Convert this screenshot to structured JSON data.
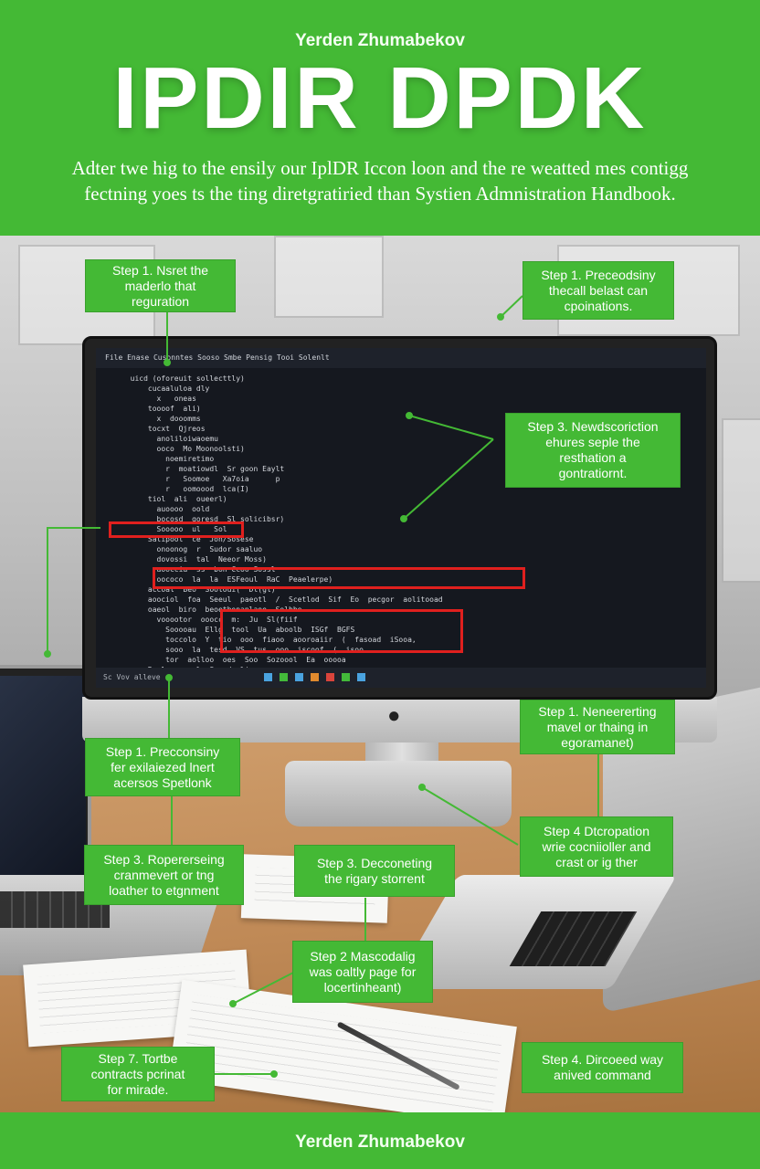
{
  "header": {
    "author": "Yerden Zhumabekov",
    "title": "IPDIR DPDK",
    "subtitle": "Adter twe hig to the ensily our IplDR Iccon loon and the re weatted mes contigg fectning yoes ts the ting diretgratiried than Systien Admnistration Handbook."
  },
  "screen": {
    "menu": "File  Enase  Cusonntes  Sooso  Smbe  Pensig  Tooi  Solenlt",
    "code_lines": [
      "  uicd (oforeuit sollecttly)",
      "",
      "      cucaaluloa dly",
      "        x   oneas",
      "      toooof  ali)",
      "        x  dooomms",
      "",
      "      tocxt  Qjreos",
      "        anoliloiwaoemu",
      "        ooco  Mo Moonoolsti)",
      "          noemiretimo",
      "          r  moatiowdl  Sr goon Eaylt",
      "          r   Soomoe   Xa7oia      p",
      "          r   oomoood  lca(I)",
      "",
      "      tiol  ali  oueerl)",
      "        auoooo  oold",
      "        bocosd  goresd  Sl solicibsr)",
      "        Sooooo  ul   Sol",
      "      Salipool  ce  Jon/Sosese",
      "        onoonog  r  Sudor saaluo",
      "        dovossi  tal  Neeor Moss)",
      "        aooccia  ss  bon Ccoo Sossl",
      "        oococo  la  la  ESFeoul  RaC  Peaelerpe)",
      "",
      "      accoal  Beo  Sooloui(  Dl(gl)",
      "      aoociol  foa  Seeul  paeotl  /  Scetlod  Sif  Eo  pecgor  aolitooad",
      "",
      "      oaeol  biro  beoetbonanlaoe  Solbbe",
      "        vooootor  ooocc  m:  Ju  Sl(fiif",
      "          Sooooau  Ellg  tool  Ua  aboolb  ISGf  BGFS",
      "          toccolo  Y  tio  ooo  fiaoo  aooroaiir  (  fasoad  iSooa,",
      "          sooo  la  tesd  VS  tus  ooo  iscoof  (  isoo",
      "          tor  aolloo  oes  Soo  Sozoool  Ea  ooooa",
      "",
      "      Raal  aooeal  Seaedoali"
    ],
    "taskbar": "Sc  Vov  alleve"
  },
  "callouts": [
    {
      "id": "a",
      "text": "Step 1. Nsret the\nmaderlo that\nreguration"
    },
    {
      "id": "b",
      "text": "Step 1. Preceodsiny\nthecall belast can\ncpoinations."
    },
    {
      "id": "c",
      "text": "Step 3. Newdscoriction\nehures seple the\nresthation a\ngontratiornt."
    },
    {
      "id": "d",
      "text": "Step 1. Neneererting\nmavel or thaing in\negoramanet)"
    },
    {
      "id": "e",
      "text": "Step 1. Precconsiny\nfer exilaiezed lnert\nacersos Spetlonk"
    },
    {
      "id": "f",
      "text": "Step 4 Dtcropation\nwrie cocniioller and\ncrast or ig ther"
    },
    {
      "id": "g",
      "text": "Step 3. Ropererseing\ncranmevert or tng\nloather to etgnment"
    },
    {
      "id": "h",
      "text": "Step 3. Decconeting\nthe rigary storrent"
    },
    {
      "id": "i",
      "text": "Step 2 Mascodalig\nwas oaltly page for\nlocertinheant)"
    },
    {
      "id": "j",
      "text": "Step 7. Tortbe\ncontracts pcrinat\nfor mirade."
    },
    {
      "id": "k",
      "text": "Step 4. Dircoeed way\nanived command"
    }
  ],
  "footer": {
    "author": "Yerden Zhumabekov"
  },
  "colors": {
    "brand_green": "#44b935",
    "highlight_red": "#e0201e",
    "screen_bg": "#15181f"
  }
}
